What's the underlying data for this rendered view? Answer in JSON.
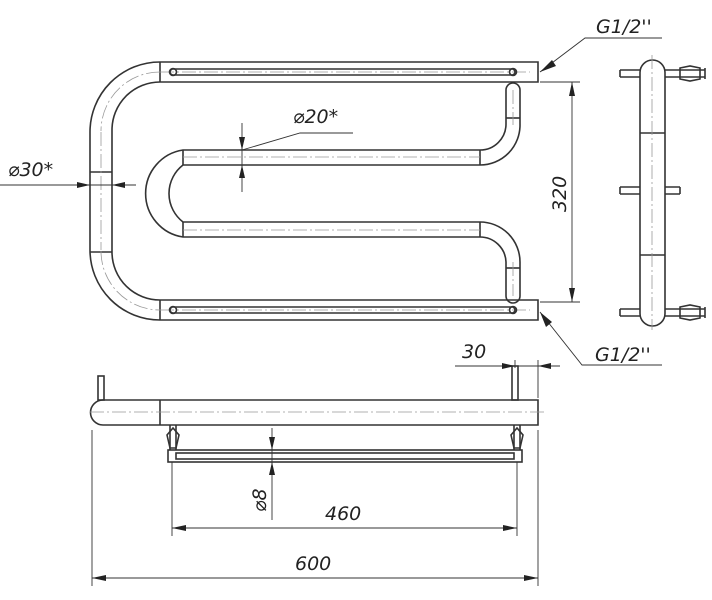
{
  "drawing": {
    "labels": {
      "thread_top": "G1/2''",
      "thread_bottom": "G1/2''",
      "inner_tube_diameter": "⌀20*",
      "outer_tube_diameter": "⌀30*",
      "height": "320",
      "offset": "30",
      "rod_diameter": "⌀8",
      "rod_length": "460",
      "total_length": "600"
    }
  }
}
